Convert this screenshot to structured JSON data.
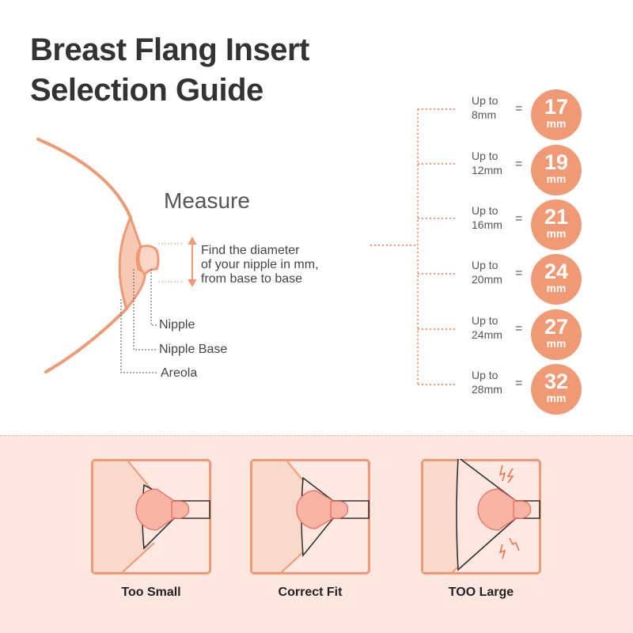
{
  "title": {
    "line1": "Breast Flang Insert",
    "line2": "Selection Guide"
  },
  "measure": {
    "heading": "Measure",
    "instruction": [
      "Find the diameter",
      "of your nipple in mm,",
      "from base to base"
    ],
    "labels": {
      "nipple": "Nipple",
      "nipple_base": "Nipple Base",
      "areola": "Areola"
    }
  },
  "sizes": [
    {
      "upto": "Up to",
      "range": "8mm",
      "eq": "=",
      "size": "17",
      "unit": "mm"
    },
    {
      "upto": "Up to",
      "range": "12mm",
      "eq": "=",
      "size": "19",
      "unit": "mm"
    },
    {
      "upto": "Up to",
      "range": "16mm",
      "eq": "=",
      "size": "21",
      "unit": "mm"
    },
    {
      "upto": "Up to",
      "range": "20mm",
      "eq": "=",
      "size": "24",
      "unit": "mm"
    },
    {
      "upto": "Up to",
      "range": "24mm",
      "eq": "=",
      "size": "27",
      "unit": "mm"
    },
    {
      "upto": "Up to",
      "range": "28mm",
      "eq": "=",
      "size": "32",
      "unit": "mm"
    }
  ],
  "fit_examples": [
    {
      "label": "Too Small"
    },
    {
      "label": "Correct Fit"
    },
    {
      "label": "TOO Large"
    }
  ],
  "colors": {
    "accent": "#ef9a74",
    "band": "#fce7e0",
    "text": "#333333"
  }
}
